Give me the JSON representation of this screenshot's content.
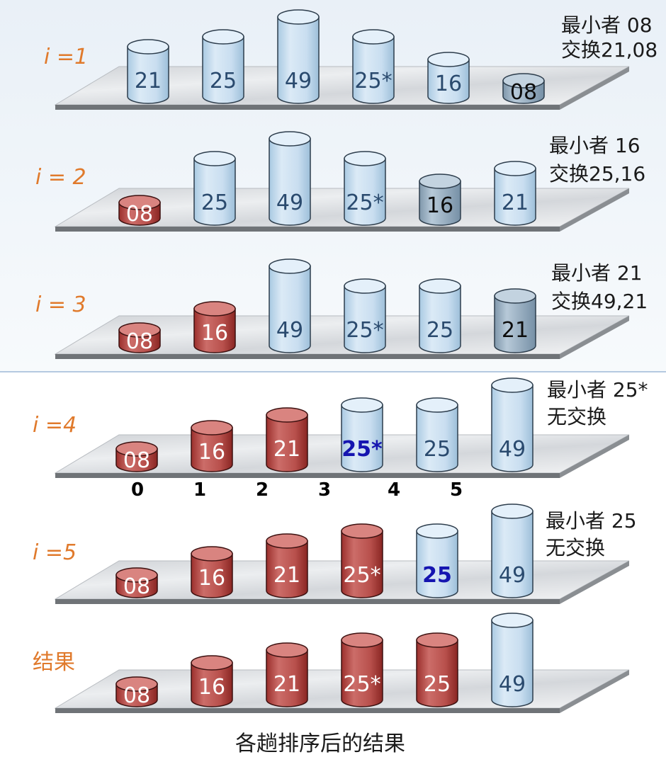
{
  "colors": {
    "pass_label": "#e07a2c",
    "sorted_cylinder": "#b94a48",
    "unsorted_cylinder": "#c5dff0",
    "highlight_text": "#1515b0",
    "panel_background_top": "#eef3f8",
    "panel_background_bottom": "#ffffff"
  },
  "passes": [
    {
      "label": "i =1",
      "note_line1": "最小者 08",
      "note_line2": "交换21,08",
      "cylinders": [
        {
          "label": "21",
          "height": 3,
          "sorted": false
        },
        {
          "label": "25",
          "height": 4,
          "sorted": false
        },
        {
          "label": "49",
          "height": 6,
          "sorted": false
        },
        {
          "label": "25*",
          "height": 4,
          "sorted": false
        },
        {
          "label": "16",
          "height": 2,
          "sorted": false
        },
        {
          "label": "08",
          "height": 1,
          "sorted": false,
          "dark": true
        }
      ]
    },
    {
      "label": "i = 2",
      "note_line1": "最小者 16",
      "note_line2": "交换25,16",
      "cylinders": [
        {
          "label": "08",
          "height": 1,
          "sorted": true
        },
        {
          "label": "25",
          "height": 4,
          "sorted": false
        },
        {
          "label": "49",
          "height": 6,
          "sorted": false
        },
        {
          "label": "25*",
          "height": 4,
          "sorted": false
        },
        {
          "label": "16",
          "height": 2,
          "sorted": false,
          "dark": true
        },
        {
          "label": "21",
          "height": 3,
          "sorted": false
        }
      ]
    },
    {
      "label": "i = 3",
      "note_line1": "最小者 21",
      "note_line2": "交换49,21",
      "cylinders": [
        {
          "label": "08",
          "height": 1,
          "sorted": true
        },
        {
          "label": "16",
          "height": 2,
          "sorted": true
        },
        {
          "label": "49",
          "height": 6,
          "sorted": false
        },
        {
          "label": "25*",
          "height": 4,
          "sorted": false
        },
        {
          "label": "25",
          "height": 4,
          "sorted": false
        },
        {
          "label": "21",
          "height": 3,
          "sorted": false,
          "dark": true
        }
      ]
    },
    {
      "label": "i =4",
      "note_line1": "最小者 25*",
      "note_line2": "无交换",
      "cylinders": [
        {
          "label": "08",
          "height": 1,
          "sorted": true
        },
        {
          "label": "16",
          "height": 2,
          "sorted": true
        },
        {
          "label": "21",
          "height": 3,
          "sorted": true
        },
        {
          "label": "25*",
          "height": 4,
          "sorted": false,
          "highlight": true
        },
        {
          "label": "25",
          "height": 4,
          "sorted": false
        },
        {
          "label": "49",
          "height": 6,
          "sorted": false
        }
      ]
    },
    {
      "label": "i =5",
      "note_line1": "最小者 25",
      "note_line2": "无交换",
      "cylinders": [
        {
          "label": "08",
          "height": 1,
          "sorted": true
        },
        {
          "label": "16",
          "height": 2,
          "sorted": true
        },
        {
          "label": "21",
          "height": 3,
          "sorted": true
        },
        {
          "label": "25*",
          "height": 4,
          "sorted": true
        },
        {
          "label": "25",
          "height": 4,
          "sorted": false,
          "highlight": true
        },
        {
          "label": "49",
          "height": 6,
          "sorted": false
        }
      ]
    },
    {
      "label": "结果",
      "note_line1": "",
      "note_line2": "",
      "cylinders": [
        {
          "label": "08",
          "height": 1,
          "sorted": true
        },
        {
          "label": "16",
          "height": 2,
          "sorted": true
        },
        {
          "label": "21",
          "height": 3,
          "sorted": true
        },
        {
          "label": "25*",
          "height": 4,
          "sorted": true
        },
        {
          "label": "25",
          "height": 4,
          "sorted": true
        },
        {
          "label": "49",
          "height": 6,
          "sorted": false
        }
      ]
    }
  ],
  "indices": [
    "0",
    "1",
    "2",
    "3",
    "4",
    "5"
  ],
  "caption": "各趟排序后的结果"
}
